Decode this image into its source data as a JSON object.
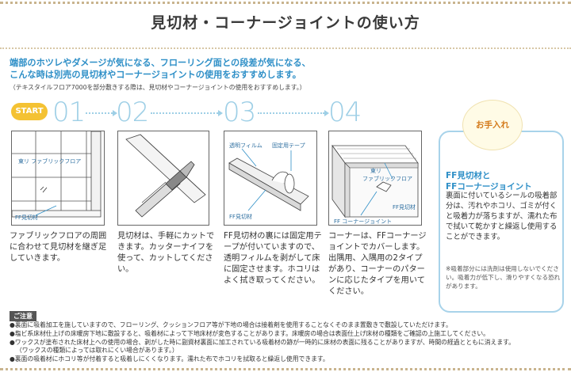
{
  "title": "見切材・コーナージョイントの使い方",
  "intro": {
    "line1": "端部のホツレやダメージが気になる、フローリング面との段差が気になる、",
    "line2": "こんな時は別売の見切材やコーナージョイントの使用をおすすめします。",
    "note": "（テキスタイルフロア7000を部分敷きする際は、見切材やコーナージョイントの使用をおすすめします。）"
  },
  "start_label": "START",
  "steps": [
    {
      "number": "01",
      "label_a": "東リ ファブリックフロア",
      "label_b": "FF見切材",
      "text": "ファブリックフロアの周囲に合わせて見切材を継ぎ足していきます。"
    },
    {
      "number": "02",
      "text": "見切材は、手軽にカットできます。カッターナイフを使って、カットしてください。"
    },
    {
      "number": "03",
      "label_a": "透明フィルム",
      "label_b": "固定用テープ",
      "label_c": "FF見切材",
      "text": "FF見切材の裏には固定用テープが付いていますので、透明フィルムを剥がして床に固定させます。ホコリはよく拭き取ってください。"
    },
    {
      "number": "04",
      "label_a": "東リ",
      "label_b": "ファブリックフロア",
      "label_c": "FF見切材",
      "label_d": "FF コーナージョイント",
      "text": "コーナーは、FFコーナージョイントでカバーします。出隅用、入隅用の2タイプがあり、コーナーのパターンに応じたタイプを用いてください。"
    }
  ],
  "care": {
    "badge": "お手入れ",
    "heading_line1": "FF見切材と",
    "heading_line2": "FFコーナージョイント",
    "body": "裏面に付いているシールの吸着部分は、汚れやホコリ、ゴミが付くと吸着力が落ちますが、濡れた布で拭いて乾かすと繰返し使用することができます。",
    "note": "※吸着部分には洗剤は使用しないでください。吸着力が低下し、滑りやすくなる恐れがあります。"
  },
  "caution": {
    "label": "ご注意",
    "items": [
      "●裏面に吸着加工を施していますので、フローリング、クッションフロア等が下地の場合は接着剤を使用することなくそのまま置敷きで敷設していただけます。",
      "●塩ビ系床材仕上げの床暖房下地に敷設すると、吸着材によって下地床材が変色することがあります。床暖房の場合は表面仕上げ床材の種類をご確認の上施工してください。",
      "●ワックスが塗布された床材上への使用の場合、剥がした時に副資材裏面に加工されている吸着材の跡が一時的に床材の表面に残ることがありますが、時間の経過とともに消えます。",
      "（ワックスの種類によっては取れにくい場合があります。）",
      "●裏面の吸着材にホコリ等が付着すると吸着しにくくなります。濡れた布でホコリを拭取ると繰返し使用できます。"
    ]
  }
}
